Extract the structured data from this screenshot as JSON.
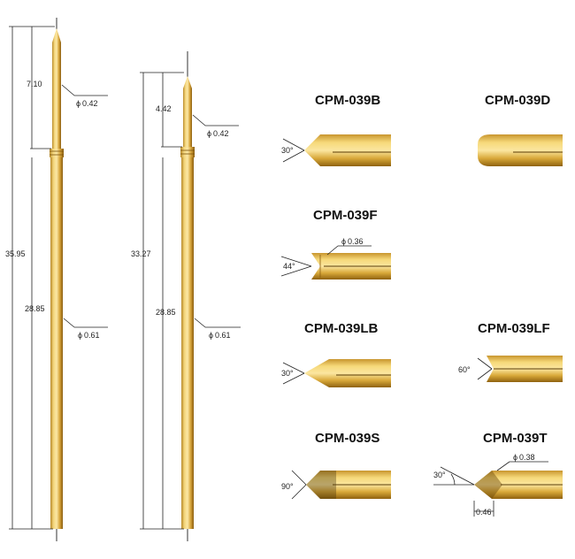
{
  "probes": [
    {
      "total": "35.95",
      "tip": "7.10",
      "body": "28.85",
      "tip_dia": "0.42",
      "body_dia": "0.61"
    },
    {
      "total": "33.27",
      "tip": "4.42",
      "body": "28.85",
      "tip_dia": "0.42",
      "body_dia": "0.61"
    }
  ],
  "tips": [
    {
      "model": "CPM-039B",
      "angle": "30°"
    },
    {
      "model": "CPM-039D"
    },
    {
      "model": "CPM-039F",
      "angle": "44°",
      "dia": "0.36"
    },
    {
      "model": "CPM-039LB",
      "angle": "30°"
    },
    {
      "model": "CPM-039LF",
      "angle": "60°"
    },
    {
      "model": "CPM-039S",
      "angle": "90°"
    },
    {
      "model": "CPM-039T",
      "angle": "30°",
      "dia": "0.38",
      "length": "0.46"
    }
  ],
  "symbols": {
    "diameter": "ϕ"
  },
  "colors": {
    "gold_light": "#f6d97a",
    "gold_mid": "#d9a93a",
    "gold_dark": "#9a6a12",
    "groove": "#5a3d08"
  }
}
